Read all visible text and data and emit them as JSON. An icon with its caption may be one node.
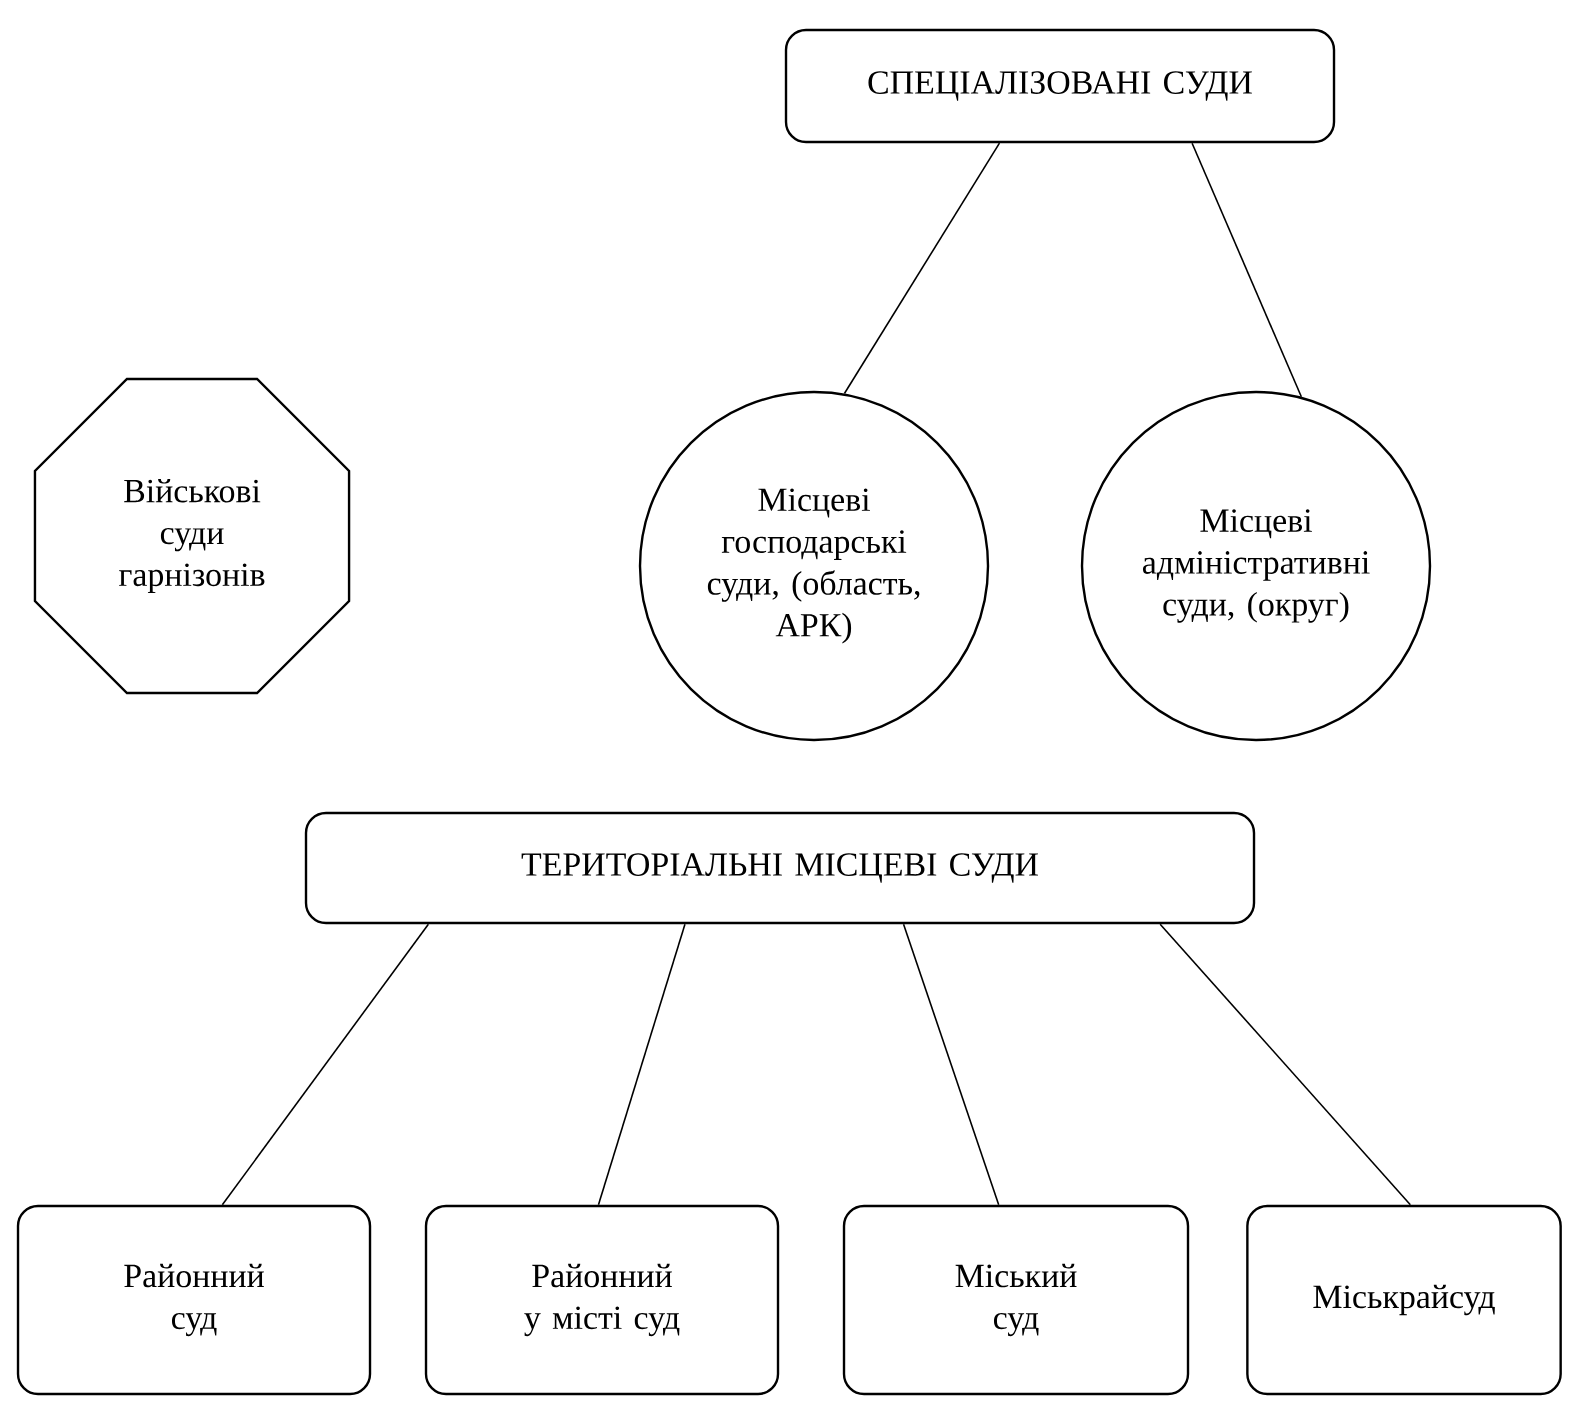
{
  "diagram": {
    "nodes": [
      {
        "text": [
          "СПЕЦІАЛІЗОВАНІ СУДИ"
        ]
      },
      {
        "text": [
          "Військові суди гарнізонів"
        ]
      },
      {
        "text": [
          "Місцеві господарські суди, (область, АРК)"
        ]
      },
      {
        "text": [
          "Місцеві адміністративні суди, (округ)"
        ]
      },
      {
        "text": [
          "ТЕРИТОРІАЛЬНІ МІСЦЕВІ СУДИ"
        ]
      },
      {
        "text": [
          "Районний суд"
        ]
      },
      {
        "text": [
          "Районний у місті суд"
        ]
      },
      {
        "text": [
          "Міський суд"
        ]
      },
      {
        "text": [
          "Міськрайсуд"
        ]
      }
    ],
    "edges": [
      {
        "from": 0,
        "to": 2,
        "arrow": "none"
      },
      {
        "from": 0,
        "to": 3,
        "arrow": "none"
      },
      {
        "from": 4,
        "to": 5,
        "arrow": "none"
      },
      {
        "from": 4,
        "to": 6,
        "arrow": "none"
      },
      {
        "from": 4,
        "to": 7,
        "arrow": "none"
      },
      {
        "from": 4,
        "to": 8,
        "arrow": "none"
      }
    ]
  }
}
